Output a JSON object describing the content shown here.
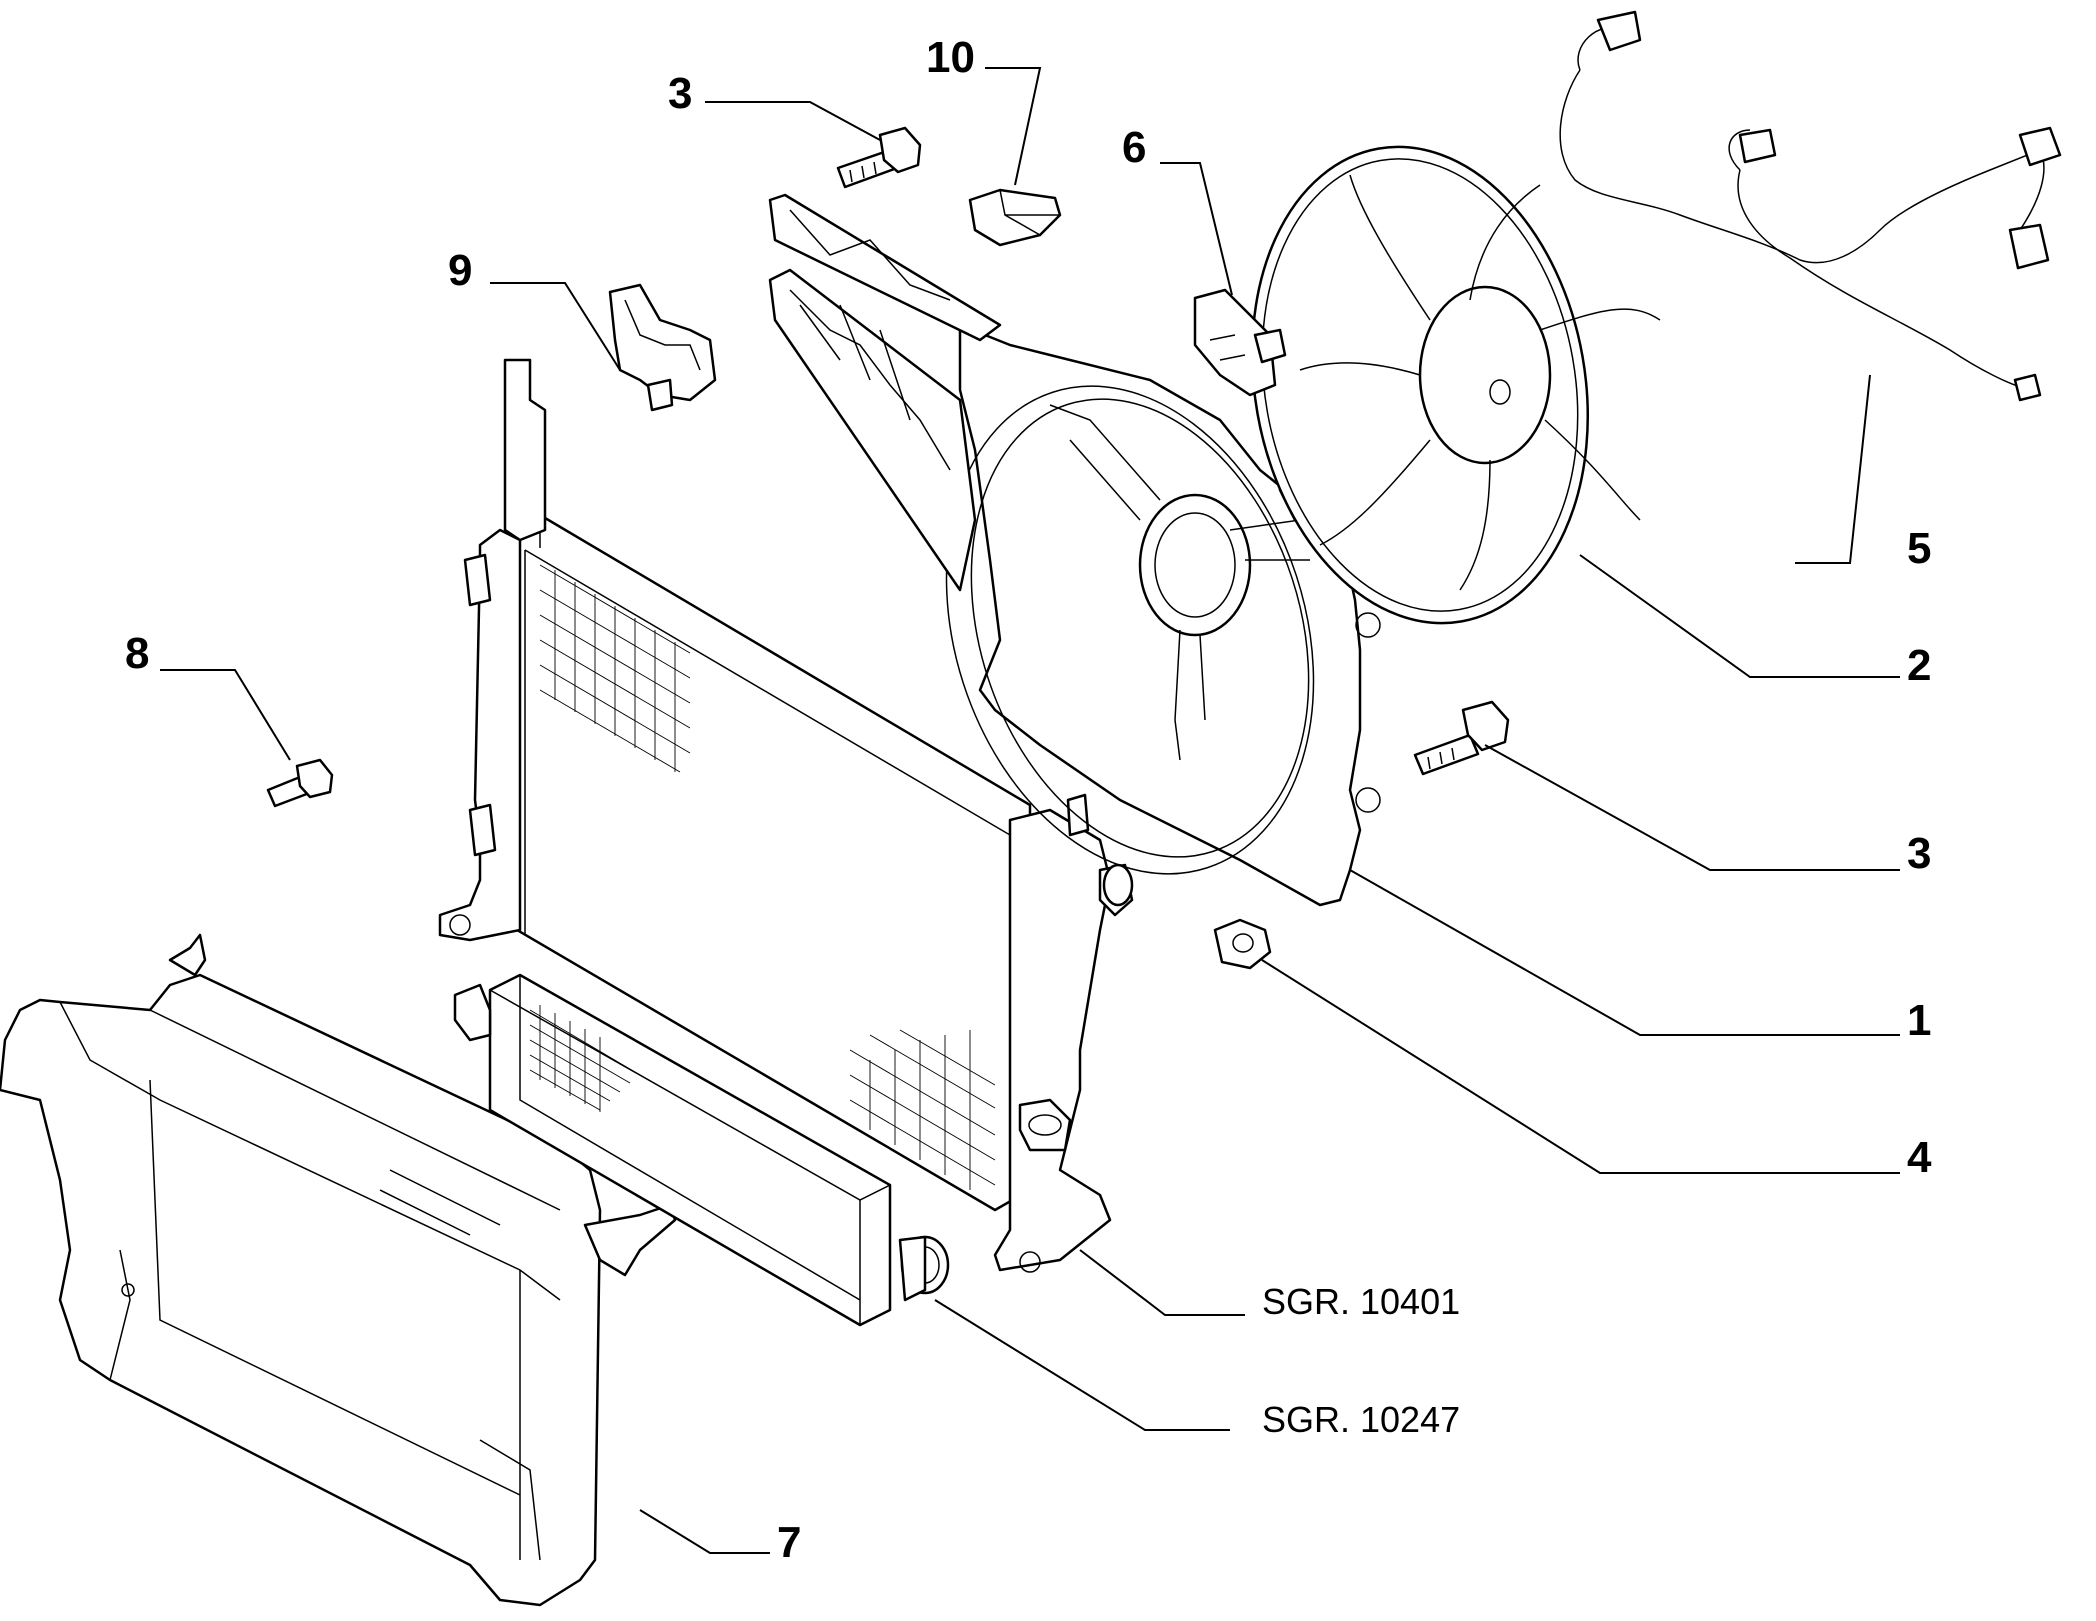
{
  "callouts": {
    "c1": "1",
    "c2": "2",
    "c3a": "3",
    "c3b": "3",
    "c4": "4",
    "c5": "5",
    "c6": "6",
    "c7": "7",
    "c8": "8",
    "c9": "9",
    "c10": "10"
  },
  "references": {
    "radiator": "SGR. 10401",
    "intercooler": "SGR. 10247"
  }
}
